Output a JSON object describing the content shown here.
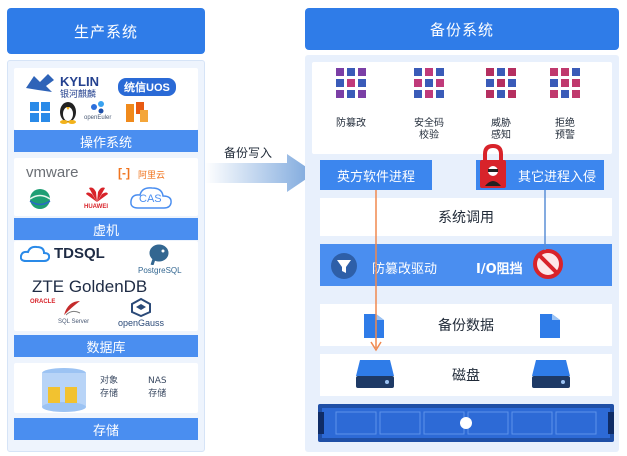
{
  "left": {
    "title": "生产系统",
    "os": {
      "label": "操作系统",
      "logos": [
        "KYLIN",
        "银河麒麟",
        "统信UOS",
        "openEuler"
      ]
    },
    "vm": {
      "label": "虚机",
      "logos": [
        "vmware",
        "阿里云",
        "HUAWEI",
        "CAS"
      ]
    },
    "db": {
      "label": "数据库",
      "logos": [
        "TDSQL",
        "PostgreSQL",
        "ZTE GoldenDB",
        "ORACLE",
        "SQL Server",
        "openGauss"
      ]
    },
    "storage": {
      "label": "存储",
      "object": "对象\n存储",
      "nas": "NAS\n存储"
    }
  },
  "arrow_label": "备份写入",
  "right": {
    "title": "备份系统",
    "features": [
      {
        "name": "防篡改",
        "color": "#7b3fa6"
      },
      {
        "name": "安全码\n校验",
        "color": "#c03a7a"
      },
      {
        "name": "威胁\n感知",
        "color": "#b52f60"
      },
      {
        "name": "拒绝\n预警",
        "color": "#c0396d"
      }
    ],
    "process_allowed": "英方软件进程",
    "process_other": "其它进程入侵",
    "syscall": "系统调用",
    "driver": "防篡改驱动",
    "io_block": "I/O阻挡",
    "backup_data": "备份数据",
    "disk": "磁盘"
  },
  "colors": {
    "accent": "#2f7ce8",
    "band": "#4a8ef0",
    "arrow_allowed": "#f0894f",
    "arrow_blocked": "#5b8fd6",
    "lock_red": "#d8232a"
  }
}
